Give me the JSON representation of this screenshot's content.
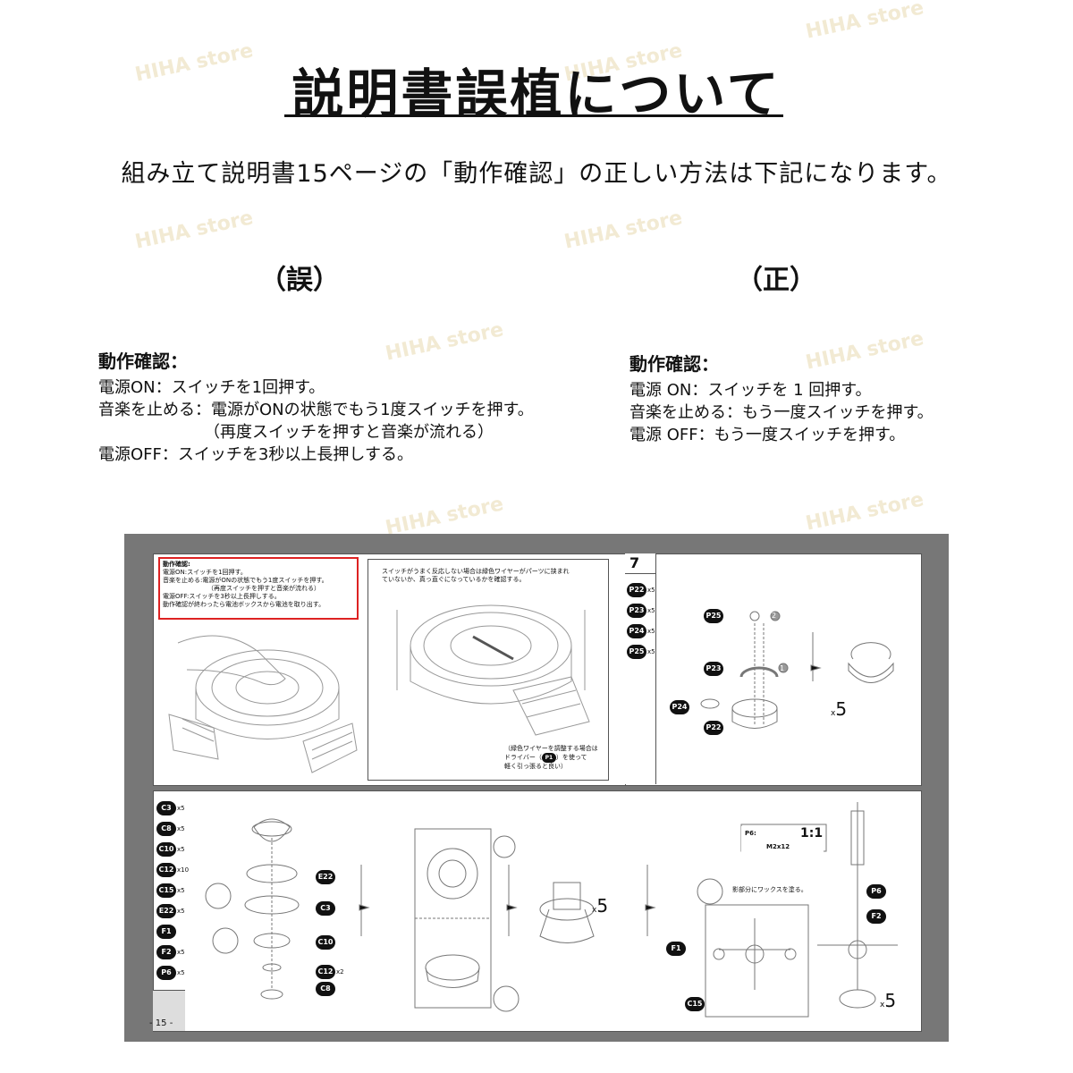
{
  "header": {
    "title": "説明書誤植について",
    "intro": "組み立て説明書15ページの「動作確認」の正しい方法は下記になります。"
  },
  "wrong": {
    "label": "（誤）",
    "heading": "動作確認：",
    "lines": [
      "電源ON：スイッチを1回押す。",
      "音楽を止める：電源がONの状態でもう1度スイッチを押す。",
      "（再度スイッチを押すと音楽が流れる）",
      "電源OFF：スイッチを3秒以上長押しする。"
    ]
  },
  "correct": {
    "label": "（正）",
    "heading": "動作確認：",
    "lines": [
      "電源 ON：スイッチを 1 回押す。",
      "音楽を止める：もう一度スイッチを押す。",
      "電源 OFF：もう一度スイッチを押す。"
    ]
  },
  "watermark": "HIHA store",
  "manual": {
    "page_number": "- 15 -",
    "red_box": {
      "heading": "動作確認:",
      "lines": [
        "電源ON:スイッチを1回押す。",
        "音楽を止める:電源がONの状態でもう1度スイッチを押す。",
        "（再度スイッチを押すと音楽が流れる）",
        "電源OFF:スイッチを3秒以上長押しする。",
        "動作確認が終わったら電池ボックスから電池を取り出す。"
      ]
    },
    "wire_note": "スイッチがうまく反応しない場合は緑色ワイヤーがパーツに挟まれていないか、真っ直ぐになっているかを確認する。",
    "driver_note": {
      "line1": "（緑色ワイヤーを調整する場合は",
      "line2_prefix": "ドライバー（",
      "line2_chip": "P1",
      "line2_suffix": "）を使って",
      "line3": "軽く引っ張ると良い）"
    },
    "step_number": "7",
    "step7_parts": [
      {
        "id": "P22",
        "count": "x5"
      },
      {
        "id": "P23",
        "count": "x5"
      },
      {
        "id": "P24",
        "count": "x5"
      },
      {
        "id": "P25",
        "count": "x5"
      }
    ],
    "step7_callouts": {
      "p25": "P25",
      "p23": "P23",
      "p24": "P24",
      "p22": "P22",
      "n1": "1",
      "n2": "2"
    },
    "times5": "5",
    "times_prefix": "x",
    "bottom_parts": [
      {
        "id": "C3",
        "count": "x5"
      },
      {
        "id": "C8",
        "count": "x5"
      },
      {
        "id": "C10",
        "count": "x5"
      },
      {
        "id": "C12",
        "count": "x10"
      },
      {
        "id": "C15",
        "count": "x5"
      },
      {
        "id": "E22",
        "count": "x5"
      },
      {
        "id": "F1",
        "count": ""
      },
      {
        "id": "F2",
        "count": "x5"
      },
      {
        "id": "P6",
        "count": "x5"
      }
    ],
    "bottom_callouts": {
      "e22": "E22",
      "c3": "C3",
      "c10": "C10",
      "c12": "C12",
      "c12_count": "x2",
      "c8": "C8",
      "p6": "P6",
      "f2": "F2",
      "f1": "F1",
      "c15": "C15"
    },
    "screw": {
      "label": "P6:",
      "scale": "1:1",
      "size": "M2x12"
    },
    "wax_note": "影部分にワックスを塗る。"
  }
}
